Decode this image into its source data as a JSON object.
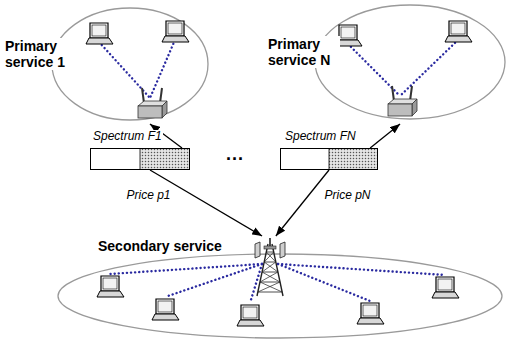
{
  "diagram": {
    "nodes": [
      {
        "text": [
          "Primary service 1"
        ]
      },
      {
        "text": [
          "Primary service N"
        ]
      },
      {
        "text": [
          "Spectrum F1"
        ]
      },
      {
        "text": [
          "Spectrum FN"
        ]
      },
      {
        "text": [
          "Secondary service"
        ]
      }
    ],
    "edges": [
      {
        "from": 2,
        "to": 0,
        "arrow": "to"
      },
      {
        "from": 3,
        "to": 1,
        "arrow": "to"
      },
      {
        "from": 2,
        "to": 4,
        "label": "Price p1",
        "arrow": "to"
      },
      {
        "from": 3,
        "to": 4,
        "label": "Price pN",
        "arrow": "to"
      }
    ],
    "labels": [
      "..."
    ]
  }
}
